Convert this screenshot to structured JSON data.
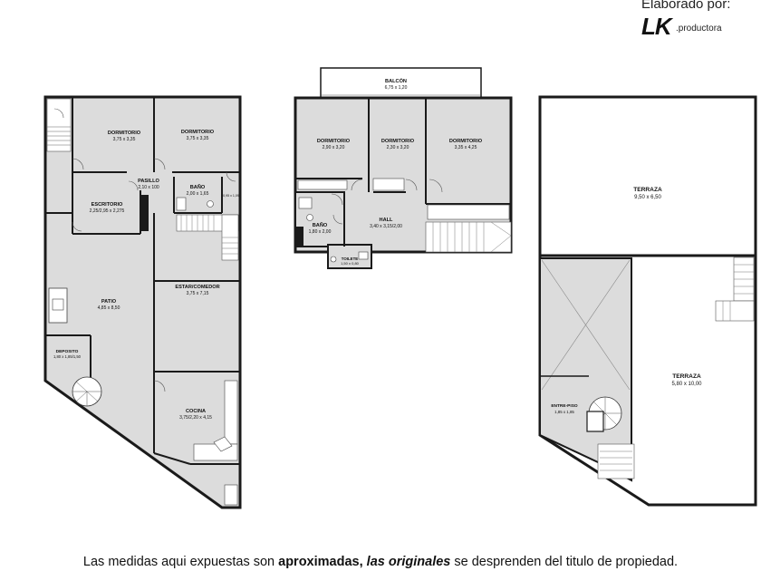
{
  "header": {
    "title": "Elaborado por:",
    "logo_text": "LK",
    "logo_suffix": ".productora"
  },
  "footer": {
    "text_a": "Las medidas aqui expuestas son ",
    "text_b": "aproximadas,",
    "text_c": " las originales",
    "text_d": " se desprenden del titulo de propiedad."
  },
  "colors": {
    "floor": "#dcdcdc",
    "wall": "#1a1a1a",
    "background": "#ffffff"
  },
  "floor1": {
    "rooms": [
      {
        "name": "DORMITORIO",
        "dims": "3,75 x 3,35"
      },
      {
        "name": "DORMITORIO",
        "dims": "3,75 x 3,35"
      },
      {
        "name": "PASILLO",
        "dims": "2,10 x 100"
      },
      {
        "name": "BAÑO",
        "dims": "2,00 x 1,65"
      },
      {
        "name": "",
        "dims": "0,95 x 1,09"
      },
      {
        "name": "ESCRITORIO",
        "dims": "2,25/2,95 x 2,275"
      },
      {
        "name": "PATIO",
        "dims": "4,85 x 8,50"
      },
      {
        "name": "ESTAR/COMEDOR",
        "dims": "3,75 x 7,15"
      },
      {
        "name": "DEPOSITO",
        "dims": "1,80 x 1,85/1,50"
      },
      {
        "name": "COCINA",
        "dims": "3,75/2,20 x 4,15"
      }
    ]
  },
  "floor2": {
    "rooms": [
      {
        "name": "BALCÓN",
        "dims": "6,75 x 1,20"
      },
      {
        "name": "DORMITORIO",
        "dims": "2,90 x 3,20"
      },
      {
        "name": "DORMITORIO",
        "dims": "2,30 x 3,20"
      },
      {
        "name": "DORMITORIO",
        "dims": "3,35 x 4,25"
      },
      {
        "name": "BAÑO",
        "dims": "1,80 x 2,00"
      },
      {
        "name": "HALL",
        "dims": "3,40 x 3,15/2,00"
      },
      {
        "name": "TOILETE",
        "dims": "1,50 x 0,80"
      }
    ]
  },
  "floor3": {
    "rooms": [
      {
        "name": "TERRAZA",
        "dims": "9,50 x 6,50"
      },
      {
        "name": "TERRAZA",
        "dims": "5,80 x 10,00"
      },
      {
        "name": "ENTRE-PISO",
        "dims": "1,85 x 1,85"
      }
    ]
  }
}
